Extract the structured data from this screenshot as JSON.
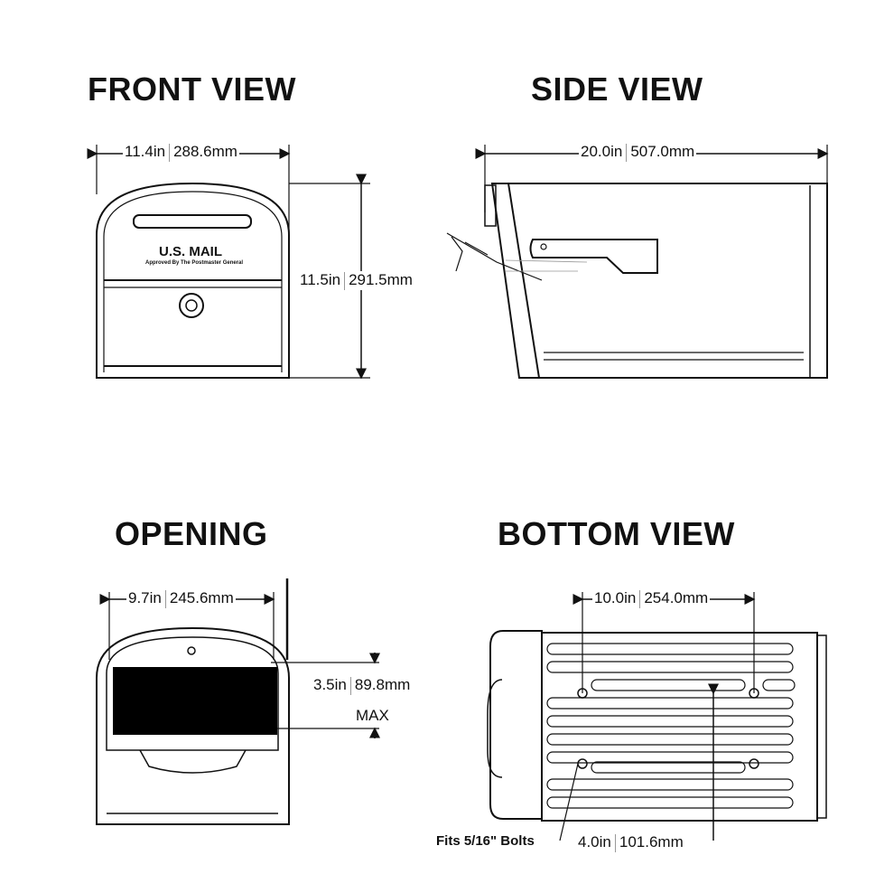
{
  "views": {
    "front": {
      "title": "FRONT VIEW",
      "width_in": "11.4in",
      "width_mm": "288.6mm",
      "height_in": "11.5in",
      "height_mm": "291.5mm",
      "label_main": "U.S. MAIL",
      "label_sub": "Approved By The Postmaster General"
    },
    "side": {
      "title": "SIDE VIEW",
      "length_in": "20.0in",
      "length_mm": "507.0mm"
    },
    "opening": {
      "title": "OPENING",
      "width_in": "9.7in",
      "width_mm": "245.6mm",
      "height_in": "3.5in",
      "height_mm": "89.8mm",
      "max_label": "MAX"
    },
    "bottom": {
      "title": "BOTTOM VIEW",
      "bolt_spacing_in": "10.0in",
      "bolt_spacing_mm": "254.0mm",
      "bolt_depth_in": "4.0in",
      "bolt_depth_mm": "101.6mm",
      "bolt_note": "Fits 5/16\" Bolts"
    }
  },
  "colors": {
    "line": "#111111",
    "fill_dark": "#000000",
    "background": "#ffffff"
  }
}
